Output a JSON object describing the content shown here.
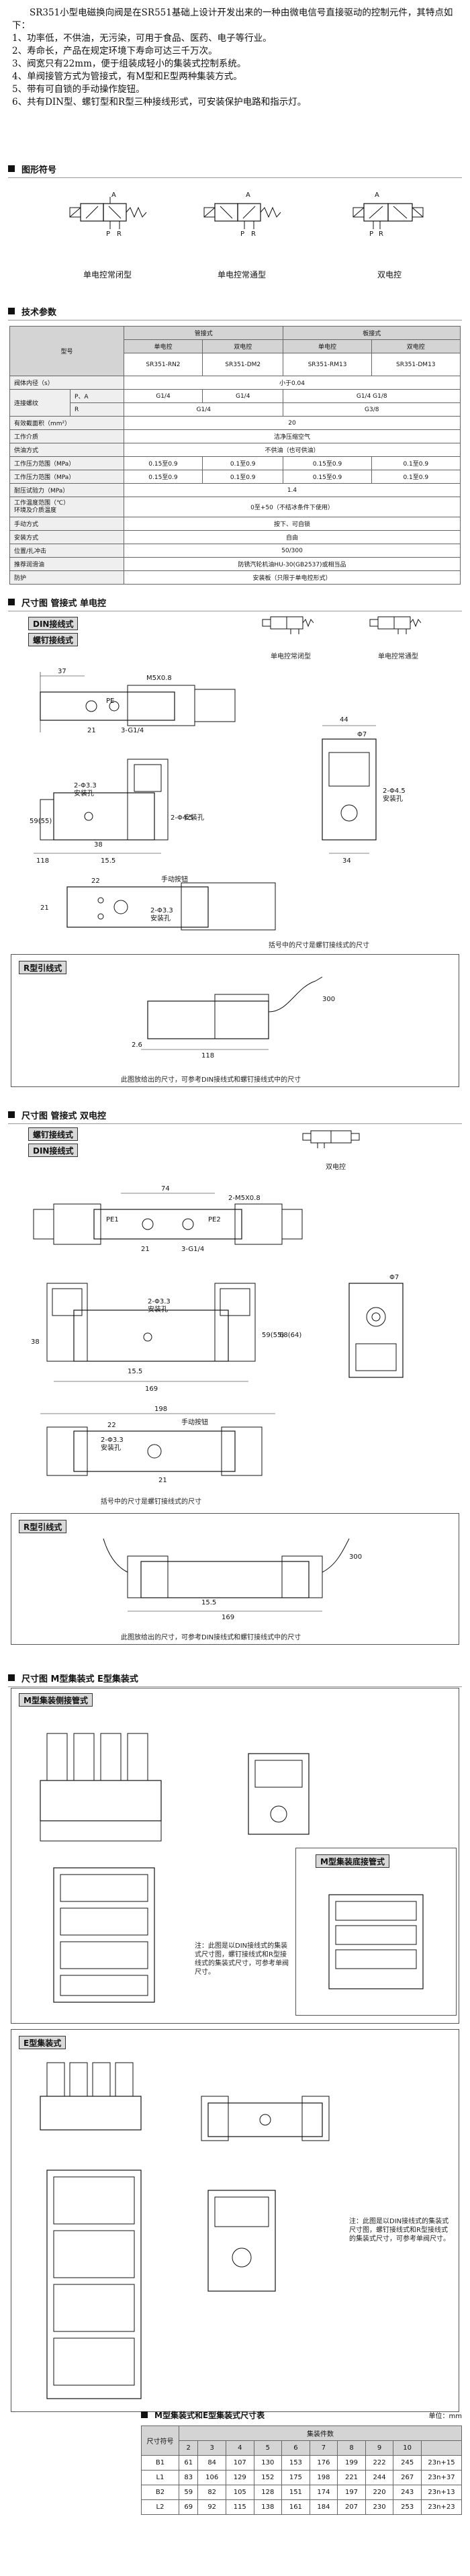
{
  "intro": {
    "lead": "SR351小型电磁换向阀是在SR551基础上设计开发出来的一种由微电信号直接驱动的控制元件，其特点如下：",
    "items": [
      "1、功率低，不供油，无污染，可用于食品、医药、电子等行业。",
      "2、寿命长，产品在规定环境下寿命可达三千万次。",
      "3、阀宽只有22mm，便于组装成轻小的集装式控制系统。",
      "4、单阀接管方式为管接式，有M型和E型两种集装方式。",
      "5、带有可自锁的手动操作旋钮。",
      "6、共有DIN型、螺钉型和R型三种接线形式，可安装保护电路和指示灯。"
    ]
  },
  "sections": {
    "symbols": "图形符号",
    "tech": "技术参数",
    "dim1": "尺寸图 管接式 单电控",
    "dim2": "尺寸图 管接式 双电控",
    "dim3": "尺寸图 M型集装式 E型集装式"
  },
  "symbols": {
    "nc": "单电控常闭型",
    "no": "单电控常通型",
    "double": "双电控"
  },
  "spec": {
    "model_label": "型号",
    "group_pipe": "管接式",
    "group_plate": "板接式",
    "single": "单电控",
    "double": "双电控",
    "models": [
      "SR351-RN2",
      "SR351-DM2",
      "SR351-RM13",
      "SR351-DM13"
    ],
    "rows": [
      {
        "label": "阀体内径（s）",
        "value": "小于0.04"
      },
      {
        "label": "连接螺纹",
        "sub": "P、A",
        "values": [
          "G1/4",
          "G1/4",
          "G1/4  G1/8"
        ]
      },
      {
        "label": "",
        "sub": "R",
        "values": [
          "G1/4",
          "G3/8"
        ]
      },
      {
        "label": "有效截面积（mm²）",
        "value": "20"
      },
      {
        "label": "工作介质",
        "value": "洁净压缩空气"
      },
      {
        "label": "供油方式",
        "value": "不供油（也可供油）"
      },
      {
        "label": "工作压力范围（MPa）",
        "values": [
          "0.15至0.9",
          "0.1至0.9",
          "0.15至0.9",
          "0.1至0.9"
        ]
      },
      {
        "label": "工作压力范围（MPa）",
        "values": [
          "0.15至0.9",
          "0.1至0.9",
          "0.15至0.9",
          "0.1至0.9"
        ]
      },
      {
        "label": "耐压试验力（MPa）",
        "value": "1.4"
      },
      {
        "label": "工作温度范围（℃）\n环境及介质温度",
        "value": "0至+50（不结冰条件下使用）"
      },
      {
        "label": "手动方式",
        "value": "按下、可自锁"
      },
      {
        "label": "安装方式",
        "value": "自由"
      },
      {
        "label": "位置/扎冲击",
        "value": "50/300"
      },
      {
        "label": "推荐润滑油",
        "value": "防锈汽轮机油HU-30(GB2537)或相当品"
      },
      {
        "label": "防护",
        "value": "安装板（只限于单电控形式）"
      }
    ]
  },
  "dim1": {
    "legend_single": "单电控常闭型",
    "legend_double": "单电控常通型",
    "tag_din": "DIN接线式",
    "tag_screw": "螺钉接线式",
    "tag_r": "R型引线式",
    "dims": [
      "37",
      "M5X0.8",
      "21",
      "3-G1/4",
      "PE",
      "2-Φ3.3",
      "安装孔",
      "Φ7",
      "44",
      "34",
      "2-Φ4.5",
      "安装孔",
      "59(55)",
      "88(84)",
      "38",
      "15.5",
      "118",
      "2.6",
      "22",
      "21",
      "手动按钮",
      "2-Φ3.3",
      "安装孔"
    ],
    "note_a": "括号中的尺寸是螺钉接线式的尺寸",
    "r_dims": [
      "300",
      "2.6",
      "118"
    ],
    "note_b": "此图放给出的尺寸，可参考DIN接线式和螺钉接线式中的尺寸"
  },
  "dim2": {
    "legend": "双电控",
    "tag_screw": "螺钉接线式",
    "tag_din": "DIN接线式",
    "tag_r": "R型引线式",
    "dims": [
      "74",
      "2-M5X0.8",
      "PE1",
      "PE2",
      "21",
      "3-G1/4",
      "2-Φ3.3",
      "安装孔",
      "Φ7",
      "38",
      "59(55)",
      "68(64)",
      "15.5",
      "169",
      "198",
      "22",
      "手动按钮",
      "2-Φ3.3",
      "安装孔",
      "21"
    ],
    "note_a": "括号中的尺寸是螺钉接线式的尺寸",
    "r_dims": [
      "300",
      "15.5",
      "169"
    ],
    "note_b": "此图放给出的尺寸，可参考DIN接线式和螺钉接线式中的尺寸"
  },
  "dim3": {
    "tag_m_side": "M型集装侧接管式",
    "tag_m_bottom": "M型集装底接管式",
    "tag_e": "E型集装式",
    "note_m": "注：此图是以DIN接线式的集装式尺寸图，螺钉接线式和R型接线式的集装式尺寸，可参考单阀尺寸。",
    "note_e": "注：此图是以DIN接线式的集装式尺寸图，螺钉接线式和R型接线式的集装式尺寸，可参考单阀尺寸。",
    "table_title": "M型集装式和E型集装式尺寸表",
    "table_unit": "单位：mm",
    "table": {
      "col_code": "尺寸符号",
      "col_group": "集装件数",
      "counts": [
        "2",
        "3",
        "4",
        "5",
        "6",
        "7",
        "8",
        "9",
        "10"
      ],
      "rows": [
        {
          "code": "B1",
          "values": [
            "61",
            "84",
            "107",
            "130",
            "153",
            "176",
            "199",
            "222",
            "245",
            "23n+15"
          ]
        },
        {
          "code": "L1",
          "values": [
            "83",
            "106",
            "129",
            "152",
            "175",
            "198",
            "221",
            "244",
            "267",
            "23n+37"
          ]
        },
        {
          "code": "B2",
          "values": [
            "59",
            "82",
            "105",
            "128",
            "151",
            "174",
            "197",
            "220",
            "243",
            "23n+13"
          ]
        },
        {
          "code": "L2",
          "values": [
            "69",
            "92",
            "115",
            "138",
            "161",
            "184",
            "207",
            "230",
            "253",
            "23n+23"
          ]
        }
      ],
      "formula_label": ""
    }
  }
}
